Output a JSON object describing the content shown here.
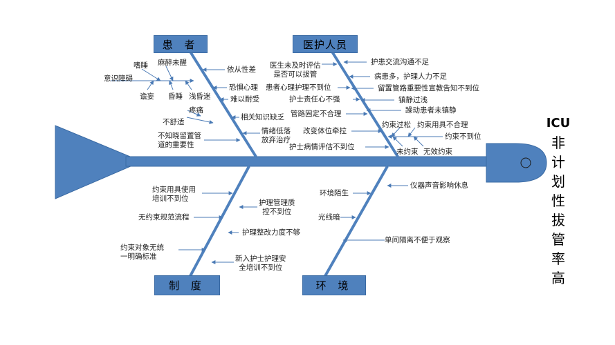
{
  "problem": {
    "head": "ICU",
    "chars": [
      "非",
      "计",
      "划",
      "性",
      "拔",
      "管",
      "率",
      "高"
    ]
  },
  "categories": {
    "patient": "患  者",
    "staff": "医护人员",
    "system": "制  度",
    "environment": "环  境"
  },
  "causes": {
    "patient": {
      "shishui": "嗜睡",
      "mazui": "麻醉未醒",
      "yishi": "意识障碍",
      "zhanwang": "谵妄",
      "hunshui": "昏睡",
      "qianhunmi": "浅昏迷",
      "yicong": "依从性差",
      "kongju": "恐惧心理",
      "nairen": "难以耐受",
      "tengtong": "疼痛",
      "bushushi": "不舒适",
      "xiangguan": "相关知识缺乏",
      "buzhidao": "不知晓留置管\n道的重要性",
      "qingxu": "情绪低落\n放弃治疗"
    },
    "staff": {
      "pinggu": "医生未及时评估\n是否可以拔管",
      "goutong": "护患交流沟通不足",
      "renli": "病患多，护理人力不足",
      "huozhe": "患者心理护理不到位",
      "jiaoyu": "留置管路重要性宣教告知不到位",
      "zeren": "护士责任心不强",
      "zhenjing": "镇静过浅",
      "guanlu": "管路固定不合理",
      "zaodong": "躁动患者未镇静",
      "tiwei": "改变体位牵拉",
      "yueshuguosong": "约束过松",
      "yueshuyongju": "约束用具不合理",
      "yueshubudaowei": "约束不到位",
      "bingqing": "护士病情评估不到位",
      "weiyueshu": "未约束",
      "wuxiao": "无效约束"
    },
    "system": {
      "peixun": "约束用具使用\n培训不到位",
      "guifan": "无约束规范流程",
      "duixiang": "约束对象无统\n一明确标准",
      "guanli": "护理管理质\n控不到位",
      "zhenggai": "护理整改力度不够",
      "xinru": "新入护士护理安\n全培训不到位"
    },
    "environment": {
      "mosheng": "环境陌生",
      "yiqi": "仪器声音影响休息",
      "guangxian": "光线暗",
      "danjian": "单间隔离不便于观察"
    }
  },
  "colors": {
    "bone": "#4f81bd",
    "bone_edge": "#3a6aa3",
    "arrow": "#4a7ab5"
  }
}
